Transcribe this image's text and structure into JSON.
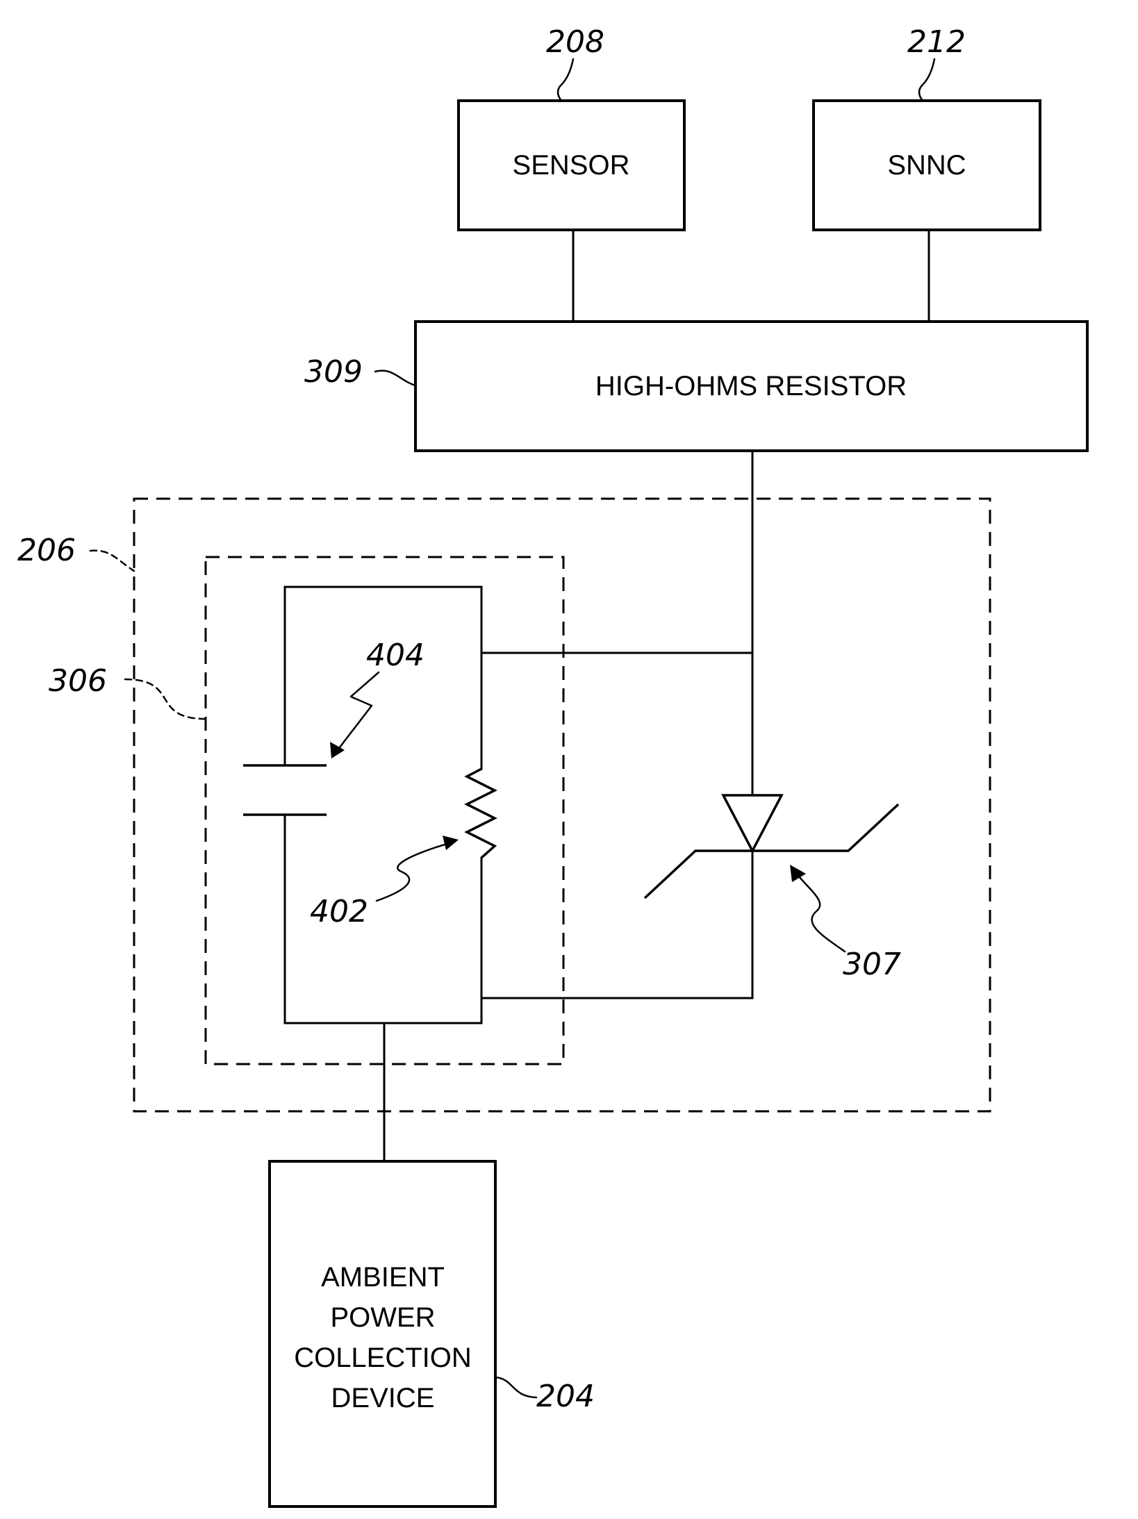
{
  "blocks": {
    "sensor": {
      "label": "SENSOR",
      "ref": "208"
    },
    "snnc": {
      "label": "SNNC",
      "ref": "212"
    },
    "resistor": {
      "label": "HIGH-OHMS RESISTOR",
      "ref": "309"
    },
    "power_device": {
      "lines": [
        "AMBIENT",
        "POWER",
        "COLLECTION",
        "DEVICE"
      ],
      "ref": "204"
    }
  },
  "enclosures": {
    "outer": {
      "ref": "206"
    },
    "inner": {
      "ref": "306"
    }
  },
  "components": {
    "capacitor": {
      "ref": "404"
    },
    "resistor_element": {
      "ref": "402"
    },
    "diode": {
      "ref": "307"
    }
  }
}
